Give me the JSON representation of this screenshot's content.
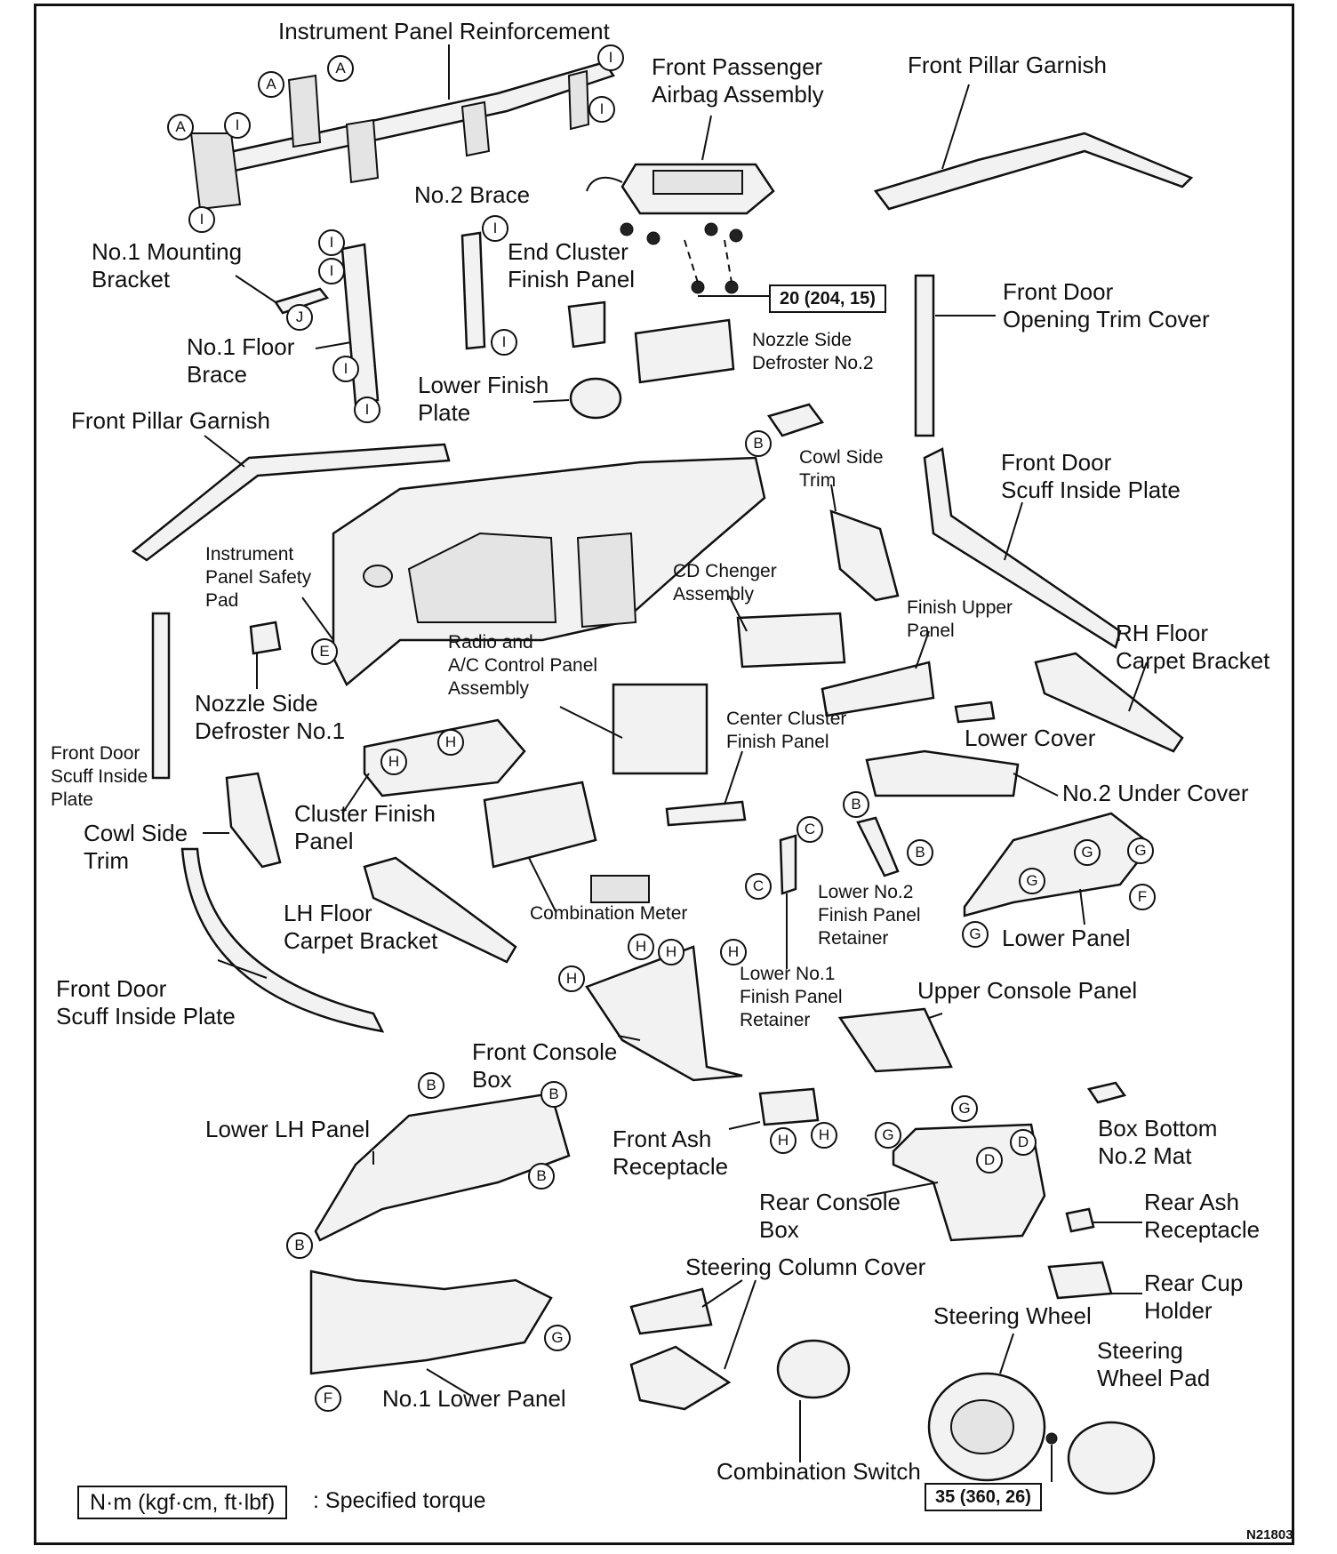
{
  "labels": {
    "instrument_panel_reinforcement": "Instrument Panel Reinforcement",
    "front_passenger_airbag_assembly": "Front Passenger\nAirbag Assembly",
    "front_pillar_garnish_rh": "Front Pillar Garnish",
    "no2_brace": "No.2 Brace",
    "no1_mounting_bracket": "No.1 Mounting\nBracket",
    "end_cluster_finish_panel": "End Cluster\nFinish Panel",
    "front_door_opening_trim_cover": "Front Door\nOpening Trim Cover",
    "no1_floor_brace": "No.1 Floor\nBrace",
    "nozzle_side_defroster_no2": "Nozzle Side\nDefroster No.2",
    "lower_finish_plate": "Lower Finish\nPlate",
    "front_pillar_garnish_lh": "Front Pillar Garnish",
    "cowl_side_trim_rh": "Cowl Side\nTrim",
    "front_door_scuff_inside_plate_rh": "Front Door\nScuff Inside Plate",
    "instrument_panel_safety_pad": "Instrument\nPanel Safety\nPad",
    "cd_changer_assembly": "CD Chenger\nAssembly",
    "finish_upper_panel": "Finish Upper\nPanel",
    "rh_floor_carpet_bracket": "RH Floor\nCarpet Bracket",
    "radio_ac_control_panel": "Radio and\nA/C Control Panel\nAssembly",
    "nozzle_side_defroster_no1": "Nozzle Side\nDefroster No.1",
    "center_cluster_finish_panel": "Center Cluster\nFinish Panel",
    "lower_cover": "Lower Cover",
    "front_door_scuff_inside_plate_small": "Front Door\nScuff Inside\nPlate",
    "no2_under_cover": "No.2 Under Cover",
    "cluster_finish_panel": "Cluster Finish\nPanel",
    "cowl_side_trim_lh": "Cowl Side\nTrim",
    "lower_no2_finish_panel_retainer": "Lower No.2\nFinish Panel\nRetainer",
    "lh_floor_carpet_bracket": "LH Floor\nCarpet Bracket",
    "combination_meter": "Combination Meter",
    "lower_panel": "Lower Panel",
    "front_door_scuff_inside_plate_lh": "Front Door\nScuff Inside Plate",
    "lower_no1_finish_panel_retainer": "Lower No.1\nFinish Panel\nRetainer",
    "upper_console_panel": "Upper Console Panel",
    "front_console_box": "Front Console\nBox",
    "lower_lh_panel": "Lower LH Panel",
    "front_ash_receptacle": "Front Ash\nReceptacle",
    "box_bottom_no2_mat": "Box Bottom\nNo.2 Mat",
    "rear_console_box": "Rear Console\nBox",
    "rear_ash_receptacle": "Rear Ash\nReceptacle",
    "steering_column_cover": "Steering Column Cover",
    "rear_cup_holder": "Rear Cup\nHolder",
    "steering_wheel": "Steering Wheel",
    "steering_wheel_pad": "Steering\nWheel Pad",
    "no1_lower_panel": "No.1 Lower Panel",
    "combination_switch": "Combination Switch"
  },
  "torque": {
    "airbag": "20 (204, 15)",
    "steering_wheel": "35 (360, 26)"
  },
  "legend": {
    "unit": "N·m (kgf·cm, ft·lbf)",
    "text": ": Specified torque"
  },
  "figure_code": "N21803",
  "markers": [
    {
      "id": "mk-1",
      "letter": "A"
    },
    {
      "id": "mk-2",
      "letter": "A"
    },
    {
      "id": "mk-3",
      "letter": "A"
    },
    {
      "id": "mk-4",
      "letter": "I"
    },
    {
      "id": "mk-5",
      "letter": "I"
    },
    {
      "id": "mk-6",
      "letter": "I"
    },
    {
      "id": "mk-7",
      "letter": "I"
    },
    {
      "id": "mk-8",
      "letter": "I"
    },
    {
      "id": "mk-9",
      "letter": "I"
    },
    {
      "id": "mk-10",
      "letter": "I"
    },
    {
      "id": "mk-11",
      "letter": "I"
    },
    {
      "id": "mk-12",
      "letter": "I"
    },
    {
      "id": "mk-13",
      "letter": "I"
    },
    {
      "id": "mk-14",
      "letter": "I"
    },
    {
      "id": "mk-15",
      "letter": "J"
    },
    {
      "id": "mk-16",
      "letter": "B"
    },
    {
      "id": "mk-17",
      "letter": "E"
    },
    {
      "id": "mk-18",
      "letter": "H"
    },
    {
      "id": "mk-19",
      "letter": "H"
    },
    {
      "id": "mk-20",
      "letter": "B"
    },
    {
      "id": "mk-21",
      "letter": "C"
    },
    {
      "id": "mk-22",
      "letter": "B"
    },
    {
      "id": "mk-23",
      "letter": "C"
    },
    {
      "id": "mk-24",
      "letter": "G"
    },
    {
      "id": "mk-25",
      "letter": "G"
    },
    {
      "id": "mk-26",
      "letter": "G"
    },
    {
      "id": "mk-27",
      "letter": "F"
    },
    {
      "id": "mk-28",
      "letter": "G"
    },
    {
      "id": "mk-29",
      "letter": "H"
    },
    {
      "id": "mk-30",
      "letter": "H"
    },
    {
      "id": "mk-31",
      "letter": "H"
    },
    {
      "id": "mk-32",
      "letter": "H"
    },
    {
      "id": "mk-33",
      "letter": "B"
    },
    {
      "id": "mk-34",
      "letter": "B"
    },
    {
      "id": "mk-35",
      "letter": "B"
    },
    {
      "id": "mk-36",
      "letter": "B"
    },
    {
      "id": "mk-37",
      "letter": "H"
    },
    {
      "id": "mk-38",
      "letter": "H"
    },
    {
      "id": "mk-39",
      "letter": "G"
    },
    {
      "id": "mk-40",
      "letter": "G"
    },
    {
      "id": "mk-41",
      "letter": "D"
    },
    {
      "id": "mk-42",
      "letter": "D"
    },
    {
      "id": "mk-43",
      "letter": "G"
    },
    {
      "id": "mk-44",
      "letter": "F"
    }
  ]
}
